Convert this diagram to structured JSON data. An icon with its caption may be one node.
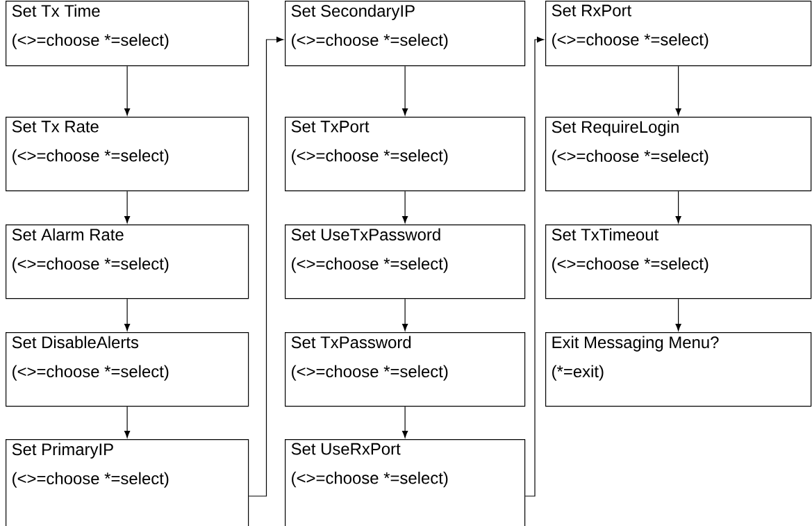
{
  "diagram": {
    "nodes": [
      {
        "text": [
          "Set Tx Time",
          "(<>=choose *=select)"
        ]
      },
      {
        "text": [
          "Set Tx Rate",
          "(<>=choose *=select)"
        ]
      },
      {
        "text": [
          "Set Alarm Rate",
          "(<>=choose *=select)"
        ]
      },
      {
        "text": [
          "Set DisableAlerts",
          "(<>=choose *=select)"
        ]
      },
      {
        "text": [
          "Set PrimaryIP",
          "(<>=choose *=select)"
        ]
      },
      {
        "text": [
          "Set SecondaryIP",
          "(<>=choose *=select)"
        ]
      },
      {
        "text": [
          "Set TxPort",
          "(<>=choose *=select)"
        ]
      },
      {
        "text": [
          "Set UseTxPassword",
          "(<>=choose *=select)"
        ]
      },
      {
        "text": [
          "Set TxPassword",
          "(<>=choose *=select)"
        ]
      },
      {
        "text": [
          "Set UseRxPort",
          "(<>=choose *=select)"
        ]
      },
      {
        "text": [
          "Set RxPort",
          "(<>=choose *=select)"
        ]
      },
      {
        "text": [
          "Set RequireLogin",
          "(<>=choose *=select)"
        ]
      },
      {
        "text": [
          "Set TxTimeout",
          "(<>=choose *=select)"
        ]
      },
      {
        "text": [
          "Exit Messaging Menu?",
          "(*=exit)"
        ]
      }
    ],
    "edges": [
      {
        "from": 0,
        "to": 1,
        "arrow": "to"
      },
      {
        "from": 1,
        "to": 2,
        "arrow": "to"
      },
      {
        "from": 2,
        "to": 3,
        "arrow": "to"
      },
      {
        "from": 3,
        "to": 4,
        "arrow": "to"
      },
      {
        "from": 4,
        "to": 5,
        "arrow": "to"
      },
      {
        "from": 5,
        "to": 6,
        "arrow": "to"
      },
      {
        "from": 6,
        "to": 7,
        "arrow": "to"
      },
      {
        "from": 7,
        "to": 8,
        "arrow": "to"
      },
      {
        "from": 8,
        "to": 9,
        "arrow": "to"
      },
      {
        "from": 9,
        "to": 10,
        "arrow": "to"
      },
      {
        "from": 10,
        "to": 11,
        "arrow": "to"
      },
      {
        "from": 11,
        "to": 12,
        "arrow": "to"
      },
      {
        "from": 12,
        "to": 13,
        "arrow": "to"
      }
    ]
  }
}
